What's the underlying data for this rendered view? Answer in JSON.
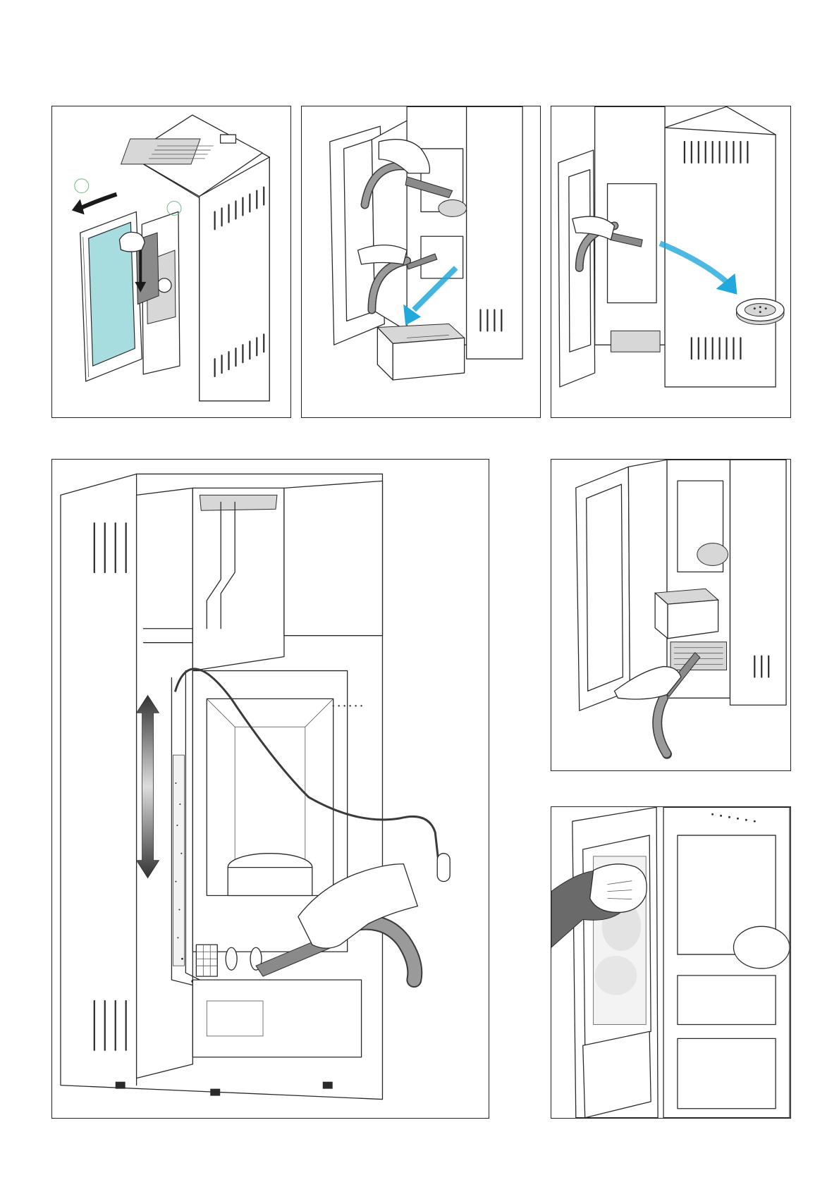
{
  "panels": [
    {
      "id": "open-door"
    },
    {
      "id": "remove-ash-drawer"
    },
    {
      "id": "remove-brazier"
    },
    {
      "id": "vacuum-flue-passage"
    },
    {
      "id": "vacuum-ash-compartment"
    },
    {
      "id": "clean-door-glass"
    }
  ],
  "colors": {
    "glass": "#a8dde0",
    "arrow_cyan": "#21a8dc",
    "line": "#2a2a2a",
    "gray": "#d7d7d7"
  },
  "icons": [
    "rotate-arrow-icon",
    "down-arrow-icon",
    "cyan-arrow-icon",
    "double-arrow-icon"
  ]
}
